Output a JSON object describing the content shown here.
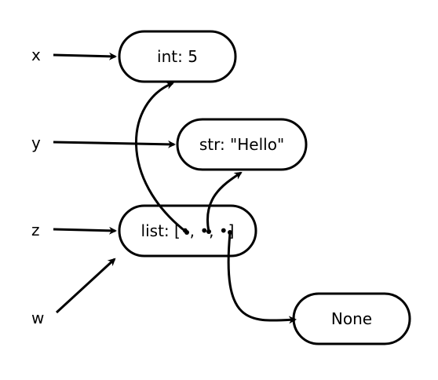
{
  "variables": {
    "x": "x",
    "y": "y",
    "z": "z",
    "w": "w"
  },
  "objects": {
    "int": "int: 5",
    "str": "str: \"Hello\"",
    "list": "list: [•, •, •]",
    "none": "None"
  },
  "colors": {
    "stroke": "#000000",
    "background": "#ffffff"
  }
}
